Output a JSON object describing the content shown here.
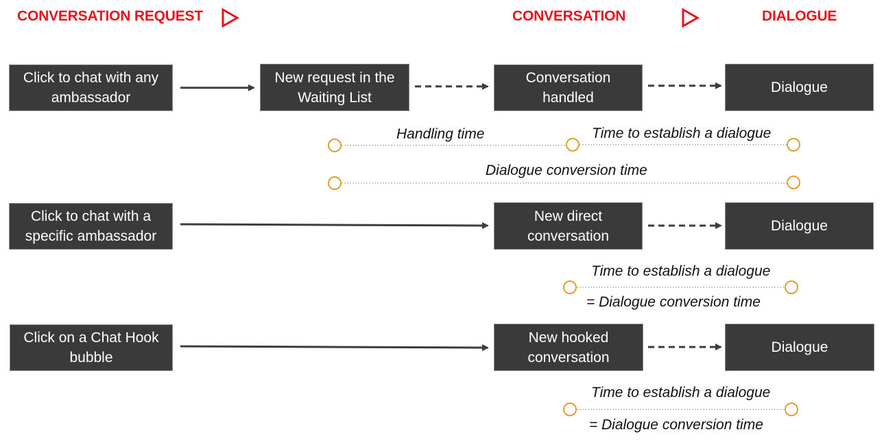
{
  "stages": {
    "request": "CONVERSATION REQUEST",
    "conversation": "CONVERSATION",
    "dialogue": "DIALOGUE"
  },
  "colors": {
    "accent": "#e8141b",
    "box": "#3a3a3a",
    "marker": "#e39d2c",
    "arrow": "#3d3d3d"
  },
  "rows": [
    {
      "source": "Click to chat with any ambassador",
      "steps": [
        "New request in the Waiting List",
        "Conversation handled",
        "Dialogue"
      ],
      "timings": {
        "handling": "Handling time",
        "establish": "Time to establish a dialogue",
        "conversion": "Dialogue conversion time"
      }
    },
    {
      "source": "Click to chat with a specific ambassador",
      "steps": [
        "New direct conversation",
        "Dialogue"
      ],
      "timings": {
        "establish": "Time to establish a dialogue",
        "equals": "= Dialogue conversion time"
      }
    },
    {
      "source": "Click on a Chat Hook bubble",
      "steps": [
        "New hooked conversation",
        "Dialogue"
      ],
      "timings": {
        "establish": "Time to establish a dialogue",
        "equals": "= Dialogue conversion time"
      }
    }
  ]
}
